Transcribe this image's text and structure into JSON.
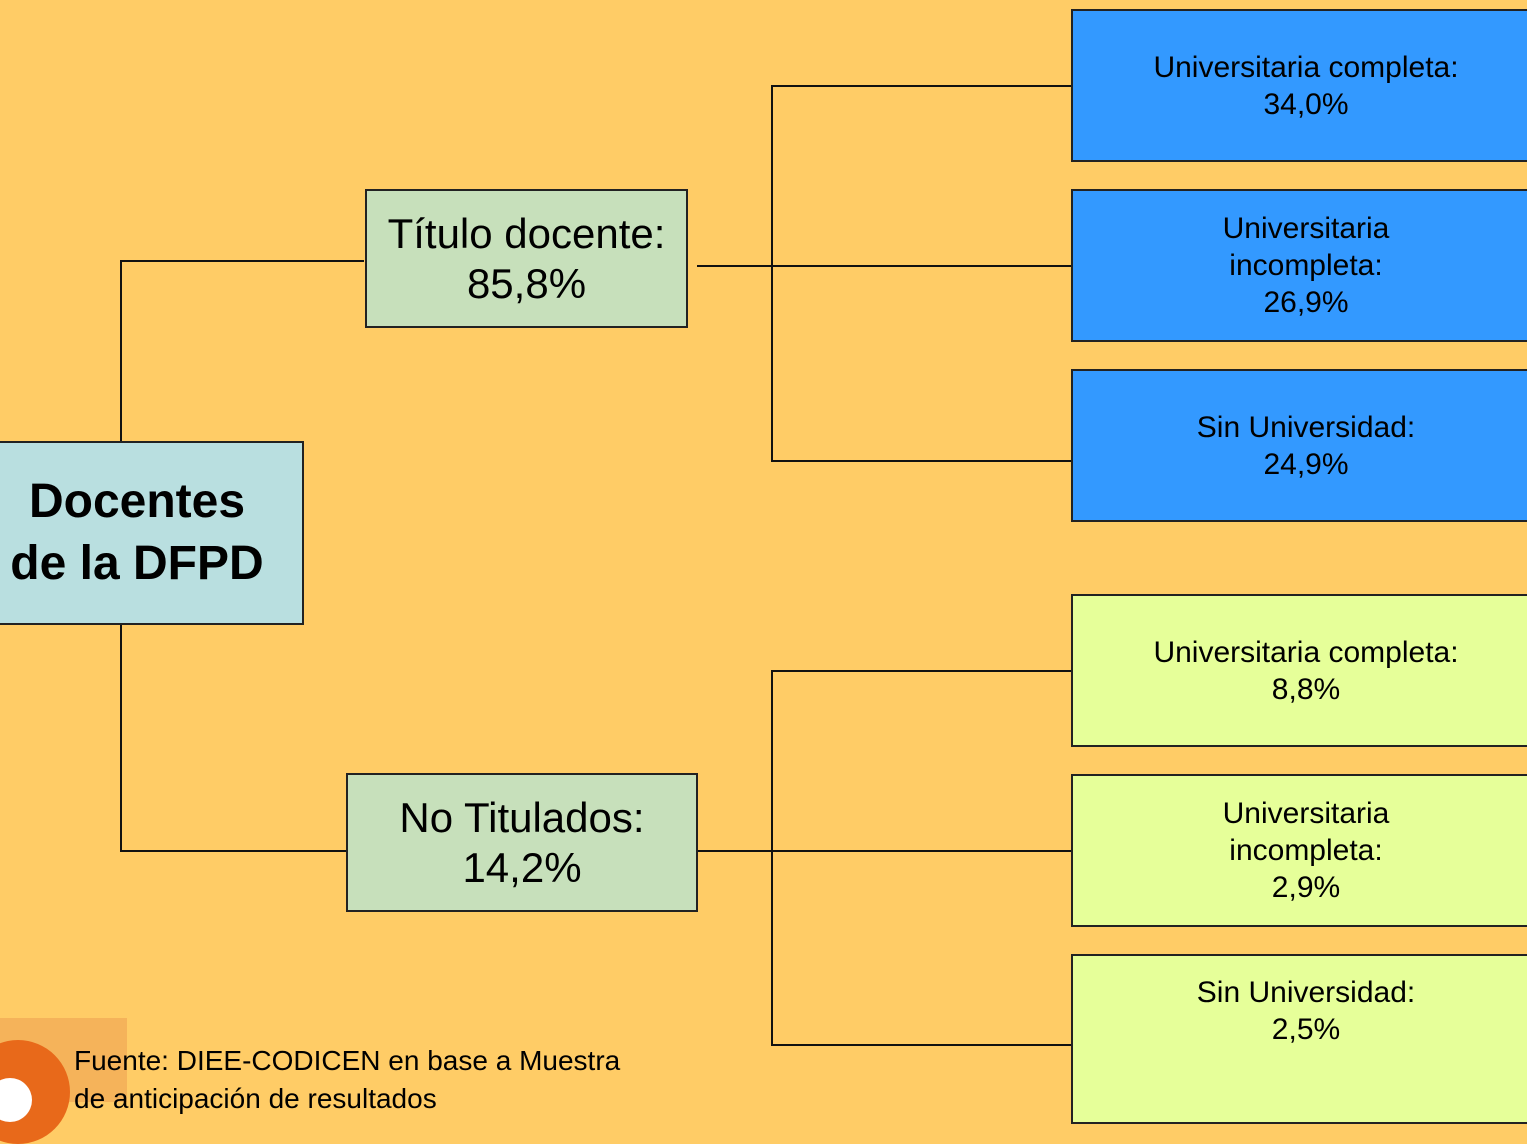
{
  "root": {
    "line1": "Docentes",
    "line2": "de la DFPD"
  },
  "groups": [
    {
      "label": "Título docente:",
      "value": "85,8%",
      "leaves": [
        {
          "lines": [
            "Universitaria completa:",
            "34,0%"
          ]
        },
        {
          "lines": [
            "Universitaria",
            "incompleta:",
            "26,9%"
          ]
        },
        {
          "lines": [
            "Sin Universidad:",
            "24,9%"
          ]
        }
      ]
    },
    {
      "label": "No Titulados:",
      "value": "14,2%",
      "leaves": [
        {
          "lines": [
            "Universitaria completa:",
            "8,8%"
          ]
        },
        {
          "lines": [
            "Universitaria",
            "incompleta:",
            "2,9%"
          ]
        },
        {
          "lines": [
            "Sin Universidad:",
            "2,5%"
          ]
        }
      ]
    }
  ],
  "source": {
    "line1": "Fuente: DIEE-CODICEN en base a Muestra",
    "line2": "de anticipación de resultados"
  },
  "colors": {
    "background": "#ffcc66",
    "root_box": "#b9dfe0",
    "mid_box": "#c7e0bb",
    "titled_leaves": "#3399ff",
    "untitled_leaves": "#e6ff99",
    "logo": "#e8691a"
  }
}
